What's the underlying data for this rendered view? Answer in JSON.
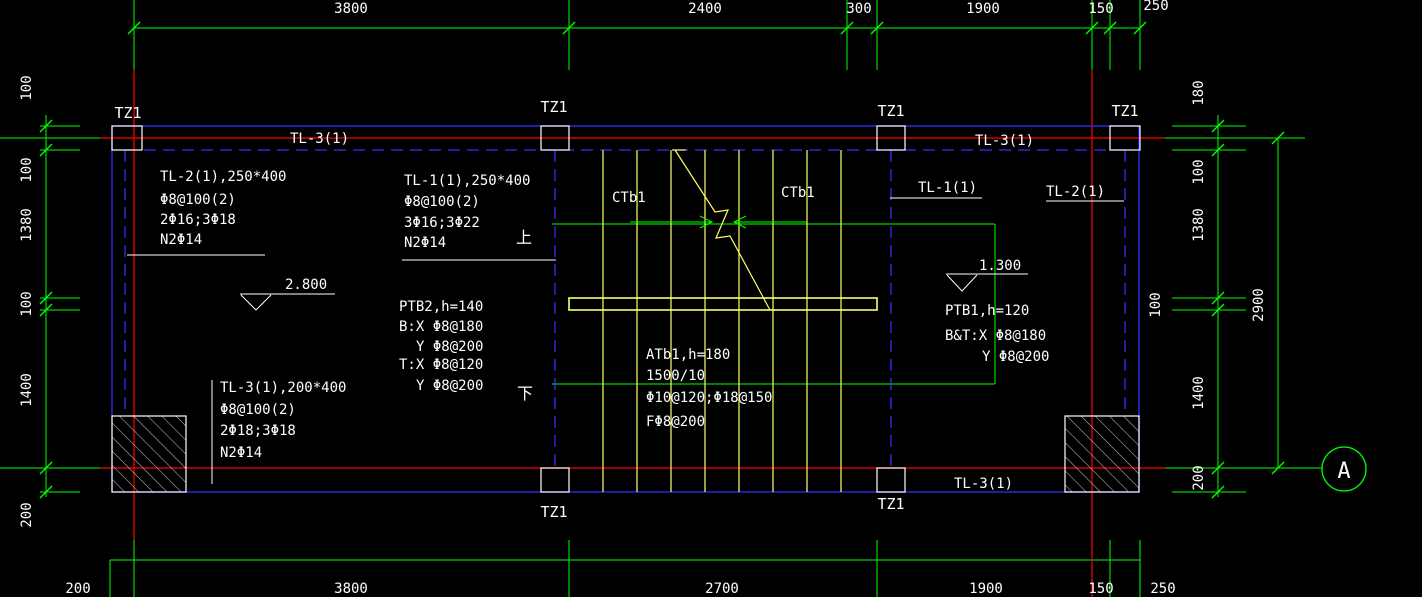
{
  "colors": {
    "background": "#000000",
    "dimension": "#00ff00",
    "axis": "#ff0000",
    "outline": "#3030ff",
    "stair": "#ffff66",
    "text": "#ffffff"
  },
  "dims": {
    "top": [
      "3800",
      "2400",
      "300",
      "1900",
      "150",
      "250"
    ],
    "bottom": [
      "200",
      "3800",
      "2700",
      "1900",
      "150",
      "250"
    ],
    "left": [
      "100",
      "100",
      "1380",
      "100",
      "1400",
      "200"
    ],
    "right": [
      "180",
      "100",
      "1380",
      "100",
      "1400",
      "200"
    ],
    "right_total": "2900"
  },
  "axis_label": "A",
  "columns": {
    "c1": "TZ1",
    "c2": "TZ1",
    "c3": "TZ1",
    "c4": "TZ1",
    "c5": "TZ1",
    "c6": "TZ1"
  },
  "beams": {
    "tl3_top_left": "TL-3(1)",
    "tl3_top_right": "TL-3(1)",
    "tl3_bottom_right": "TL-3(1)",
    "tl1_right": "TL-1(1)",
    "tl2_right": "TL-2(1)"
  },
  "notes": {
    "tl2": [
      "TL-2(1),250*400",
      "Φ8@100(2)",
      "2Φ16;3Φ18",
      "N2Φ14"
    ],
    "tl1": [
      "TL-1(1),250*400",
      "Φ8@100(2)",
      "3Φ16;3Φ22",
      "N2Φ14"
    ],
    "tl3": [
      "TL-3(1),200*400",
      "Φ8@100(2)",
      "2Φ18;3Φ18",
      "N2Φ14"
    ],
    "ptb2": [
      "PTB2,h=140",
      "B:X Φ8@180",
      "Y Φ8@200",
      "T:X Φ8@120",
      "Y Φ8@200"
    ],
    "atb1": [
      "ATb1,h=180",
      "1500/10",
      "Φ10@120;Φ18@150",
      "FΦ8@200"
    ],
    "ptb1": [
      "PTB1,h=120",
      "B&T:X Φ8@180",
      "Y Φ8@200"
    ]
  },
  "elevations": {
    "left": "2.800",
    "right": "1.300"
  },
  "stair": {
    "ctb_left": "CTb1",
    "ctb_right": "CTb1",
    "up": "上",
    "down": "下"
  }
}
